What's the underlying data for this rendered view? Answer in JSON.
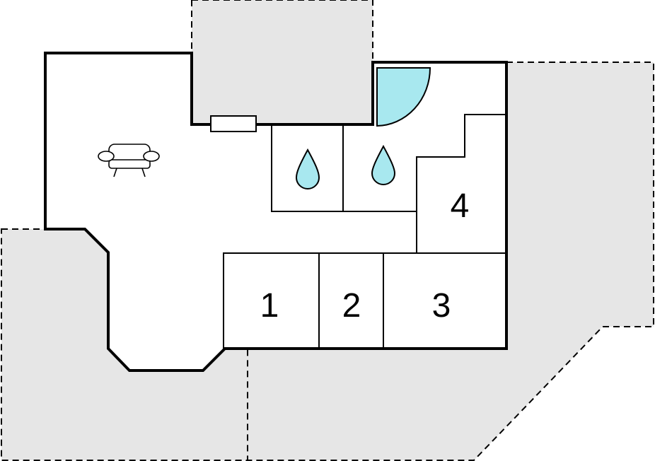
{
  "colors": {
    "terrace": "#e6e6e6",
    "water": "#a8e8ef",
    "walls": "#000000",
    "floor": "#ffffff"
  },
  "rooms": [
    {
      "label": "1"
    },
    {
      "label": "2"
    },
    {
      "label": "3"
    },
    {
      "label": "4"
    }
  ],
  "icons": {
    "sofa": "sofa-icon",
    "water": "water-drop-icon",
    "door": "door-swing-icon",
    "radiator": "radiator-icon"
  }
}
